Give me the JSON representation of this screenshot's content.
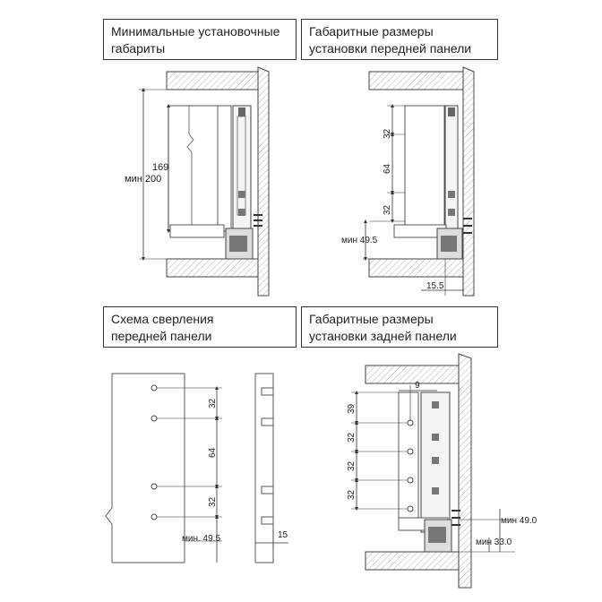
{
  "panels": {
    "min_dims": {
      "title_line1": "Минимальные установочные",
      "title_line2": "габариты",
      "dim_min200": "мин 200",
      "dim_169": "169"
    },
    "front_dims": {
      "title_line1": "Габаритные размеры",
      "title_line2": "установки передней панели",
      "dim_32a": "32",
      "dim_64": "64",
      "dim_32b": "32",
      "dim_min49_5": "мин 49.5",
      "dim_15_5": "15.5"
    },
    "drilling": {
      "title_line1": "Схема сверления",
      "title_line2": "передней панели",
      "dim_32a": "32",
      "dim_64": "64",
      "dim_32b": "32",
      "dim_min49_5": "мин. 49.5",
      "dim_15": "15"
    },
    "rear_dims": {
      "title_line1": "Габаритные размеры",
      "title_line2": "установки задней панели",
      "dim_9": "9",
      "dim_39": "39",
      "dim_32a": "32",
      "dim_32b": "32",
      "dim_32c": "32",
      "dim_min49_0": "мин 49.0",
      "dim_min33_0": "мин 33.0"
    }
  }
}
